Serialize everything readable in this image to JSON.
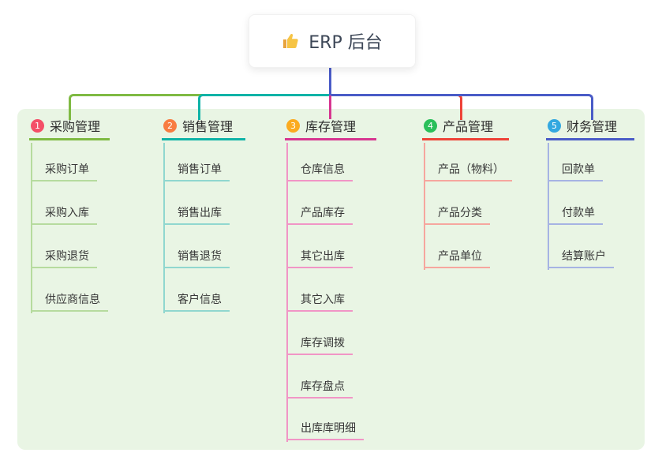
{
  "root": {
    "title": "ERP 后台",
    "icon": "thumbs-up-icon"
  },
  "colors": {
    "panel_background": "#e9f5e4",
    "root_connector": "#4a5cc7",
    "root_text": "#3d4757"
  },
  "branches": [
    {
      "number": "1",
      "label": "采购管理",
      "line_color": "#7fba43",
      "child_line_color": "#b6db9e",
      "badge_color": "#f44f68",
      "children": [
        "采购订单",
        "采购入库",
        "采购退货",
        "供应商信息"
      ]
    },
    {
      "number": "2",
      "label": "销售管理",
      "line_color": "#0fb3a7",
      "child_line_color": "#90d7cf",
      "badge_color": "#f87c41",
      "children": [
        "销售订单",
        "销售出库",
        "销售退货",
        "客户信息"
      ]
    },
    {
      "number": "3",
      "label": "库存管理",
      "line_color": "#d73690",
      "child_line_color": "#f195c6",
      "badge_color": "#fbab20",
      "children": [
        "仓库信息",
        "产品库存",
        "其它出库",
        "其它入库",
        "库存调拨",
        "库存盘点",
        "出库库明细"
      ]
    },
    {
      "number": "4",
      "label": "产品管理",
      "line_color": "#ee4338",
      "child_line_color": "#f6a69e",
      "badge_color": "#2abf5a",
      "children": [
        "产品（物料）",
        "产品分类",
        "产品单位"
      ]
    },
    {
      "number": "5",
      "label": "财务管理",
      "line_color": "#4a5cc7",
      "child_line_color": "#a6b3e3",
      "badge_color": "#33a8e0",
      "children": [
        "回款单",
        "付款单",
        "结算账户"
      ]
    }
  ]
}
